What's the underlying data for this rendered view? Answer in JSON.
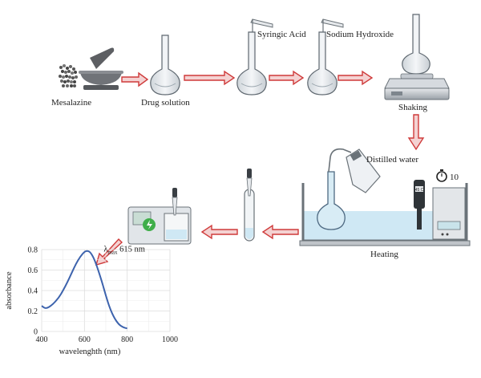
{
  "labels": {
    "mesalazine": "Mesalazine",
    "drug_solution": "Drug solution",
    "syringic_acid": "Syringic Acid",
    "sodium_hydroxide": "Sodium Hydroxide",
    "shaking": "Shaking",
    "distilled_water": "Distilled water",
    "timer_value": "10",
    "thermometer_reading": "45 C",
    "heating": "Heating",
    "lambda_symbol": "λ",
    "lambda_subscript": "max",
    "lambda_value": "615 nm"
  },
  "colors": {
    "arrow_fill": "#f4d2d2",
    "arrow_stroke": "#cf3a3a",
    "water": "#cfe8f4",
    "curve": "#3d63ad"
  },
  "chart_data": {
    "type": "line",
    "xlabel": "wavelenghth (nm)",
    "ylabel": "absorbance",
    "xlim": [
      400,
      1000
    ],
    "ylim": [
      0,
      0.8
    ],
    "xticks": [
      400,
      600,
      800,
      1000
    ],
    "yticks": [
      0,
      0.2,
      0.4,
      0.6,
      0.8
    ],
    "grid": true,
    "series": [
      {
        "x": [
          400,
          420,
          450,
          480,
          500,
          520,
          540,
          560,
          580,
          600,
          615,
          630,
          650,
          680,
          700,
          720,
          740,
          760,
          780,
          800
        ],
        "y": [
          0.25,
          0.22,
          0.26,
          0.33,
          0.4,
          0.48,
          0.57,
          0.66,
          0.73,
          0.78,
          0.79,
          0.77,
          0.69,
          0.5,
          0.35,
          0.22,
          0.13,
          0.07,
          0.04,
          0.03
        ]
      }
    ]
  }
}
